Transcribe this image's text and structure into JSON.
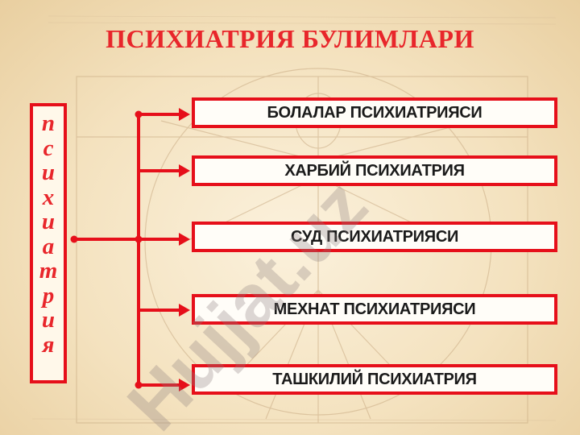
{
  "title": "ПСИХИАТРИЯ БУЛИМЛАРИ",
  "root_word": "психиатрия",
  "branches": [
    {
      "label": "БОЛАЛАР ПСИХИАТРИЯСИ"
    },
    {
      "label": "ХАРБИЙ ПСИХИАТРИЯ"
    },
    {
      "label": "СУД ПСИХИАТРИЯСИ"
    },
    {
      "label": "МЕХНАТ ПСИХИАТРИЯСИ"
    },
    {
      "label": "ТАШКИЛИЙ ПСИХИАТРИЯ"
    }
  ],
  "watermark_text": "Hujjat.uz",
  "colors": {
    "accent": "#e60f1a",
    "title": "#e8262b",
    "box_text": "#1a1a1a",
    "background": "#f4e2bf"
  }
}
